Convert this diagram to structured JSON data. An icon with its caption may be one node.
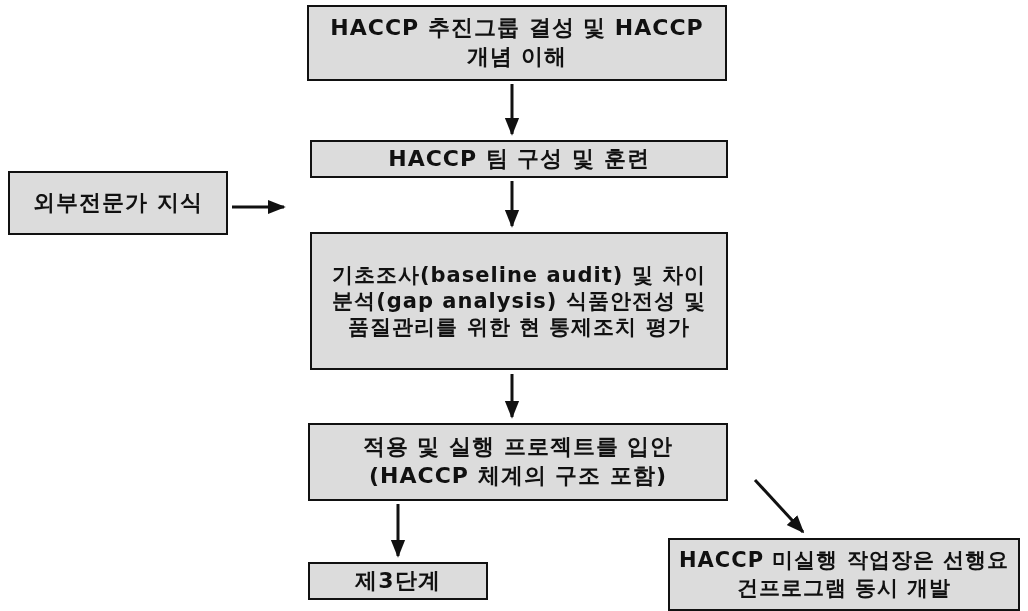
{
  "diagram": {
    "nodes": [
      {
        "text": [
          "HACCP 추진그룹 결성 및 HACCP 개념 이해"
        ]
      },
      {
        "text": [
          "HACCP 팀 구성 및 훈련"
        ]
      },
      {
        "text": [
          "외부전문가 지식"
        ]
      },
      {
        "text": [
          "기초조사(baseline audit) 및 차이 분석(gap analysis) 식품안전성 및 품질관리를 위한 현 통제조치 평가"
        ]
      },
      {
        "text": [
          "적용 및 실행 프로젝트를 입안 (HACCP 체계의 구조 포함)"
        ]
      },
      {
        "text": [
          "제3단계"
        ]
      },
      {
        "text": [
          "HACCP 미실행 작업장은 선행요건프로그램 동시 개발"
        ]
      }
    ],
    "edges": [
      {
        "from": 0,
        "to": 1,
        "arrow": "to"
      },
      {
        "from": 1,
        "to": 3,
        "arrow": "to"
      },
      {
        "from": 2,
        "to": null,
        "arrow": "to"
      },
      {
        "from": 3,
        "to": 4,
        "arrow": "to"
      },
      {
        "from": 4,
        "to": 5,
        "arrow": "to"
      },
      {
        "from": null,
        "to": 6,
        "arrow": "to"
      }
    ]
  }
}
